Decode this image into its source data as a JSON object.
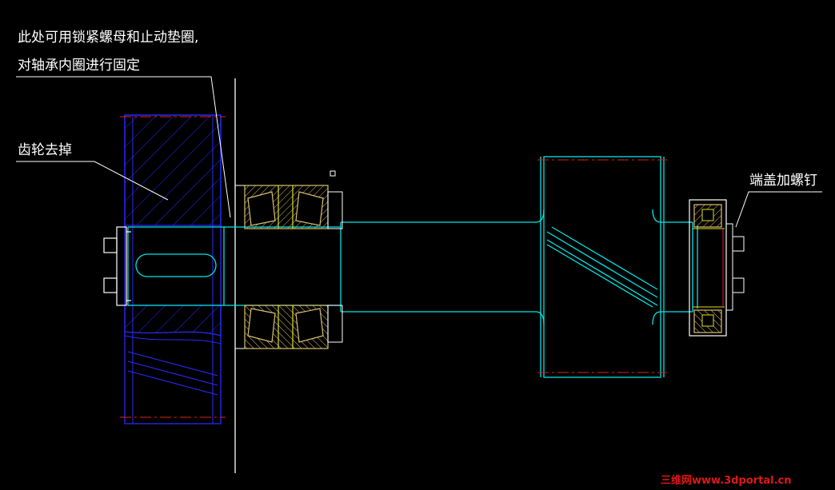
{
  "annotations": {
    "lock_nut_line1": "此处可用锁紧螺母和止动垫圈,",
    "lock_nut_line2": "对轴承内圈进行固定",
    "gear_removed": "齿轮去掉",
    "end_cover": "端盖加螺钉"
  },
  "watermark": {
    "text": "三维网www.3dportal.cn"
  },
  "colors": {
    "background": "#000000",
    "annotation_text": "#ffffff",
    "shaft_outline": "#00e5e5",
    "gear_outline": "#2a2aff",
    "bearing_hatch": "#d8c070",
    "bearing_race": "#e0e020",
    "center_line": "#e02020",
    "leader_line": "#ffffff",
    "watermark": "#e01818"
  }
}
